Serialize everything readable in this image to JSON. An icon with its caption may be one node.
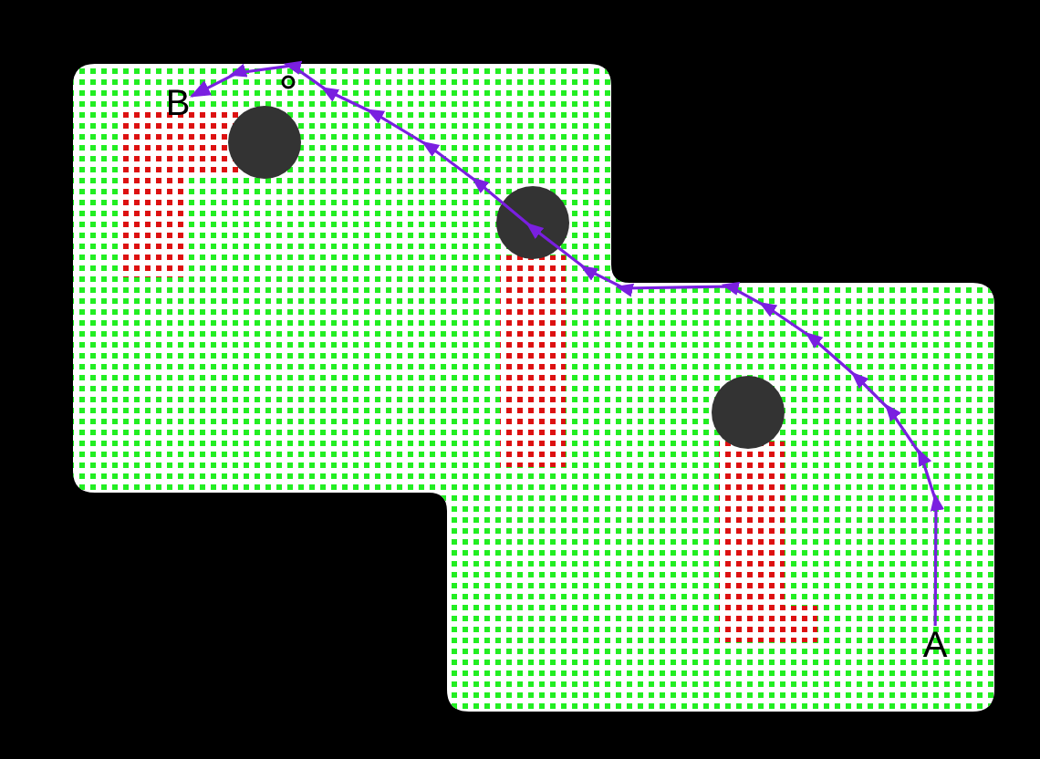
{
  "diagram": {
    "nodes": [
      {
        "text": [
          "A"
        ]
      },
      {
        "text": [
          "B"
        ]
      }
    ],
    "edges": [
      {
        "from": 0,
        "to": 1,
        "arrow": "to"
      }
    ]
  }
}
